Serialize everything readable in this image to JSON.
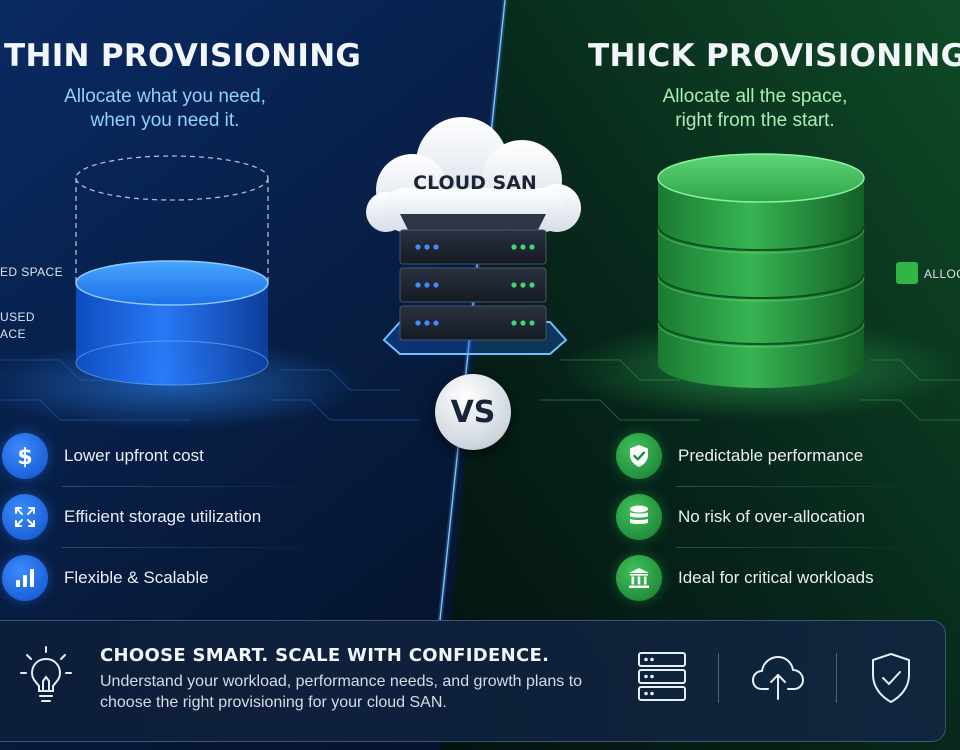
{
  "thin": {
    "title": "THIN PROVISIONING",
    "subtitle_line1": "Allocate what you need,",
    "subtitle_line2": "when you need it.",
    "legend_allocated": "ED SPACE",
    "legend_used_line1": "USED",
    "legend_used_line2": "ACE",
    "features": [
      {
        "icon": "dollar-icon",
        "label": "Lower upfront cost"
      },
      {
        "icon": "expand-arrows-icon",
        "label": "Efficient storage utilization"
      },
      {
        "icon": "bar-chart-icon",
        "label": "Flexible & Scalable"
      }
    ]
  },
  "center": {
    "cloud_label": "CLOUD SAN",
    "vs_label": "VS"
  },
  "thick": {
    "title": "THICK PROVISIONING",
    "subtitle_line1": "Allocate all the space,",
    "subtitle_line2": "right from the start.",
    "legend_allocated": "ALLOC",
    "features": [
      {
        "icon": "shield-check-icon",
        "label": "Predictable performance"
      },
      {
        "icon": "database-icon",
        "label": "No risk of over-allocation"
      },
      {
        "icon": "bank-icon",
        "label": "Ideal for critical workloads"
      }
    ]
  },
  "banner": {
    "title": "CHOOSE SMART. SCALE WITH CONFIDENCE.",
    "body": "Understand your workload, performance needs, and growth plans to choose the right provisioning for your cloud SAN.",
    "icons": [
      "server-icon",
      "cloud-upload-icon",
      "shield-check-icon"
    ]
  },
  "colors": {
    "thin_accent": "#1f7bff",
    "thick_accent": "#2fb548",
    "divider_glow": "#3aa0ff"
  }
}
